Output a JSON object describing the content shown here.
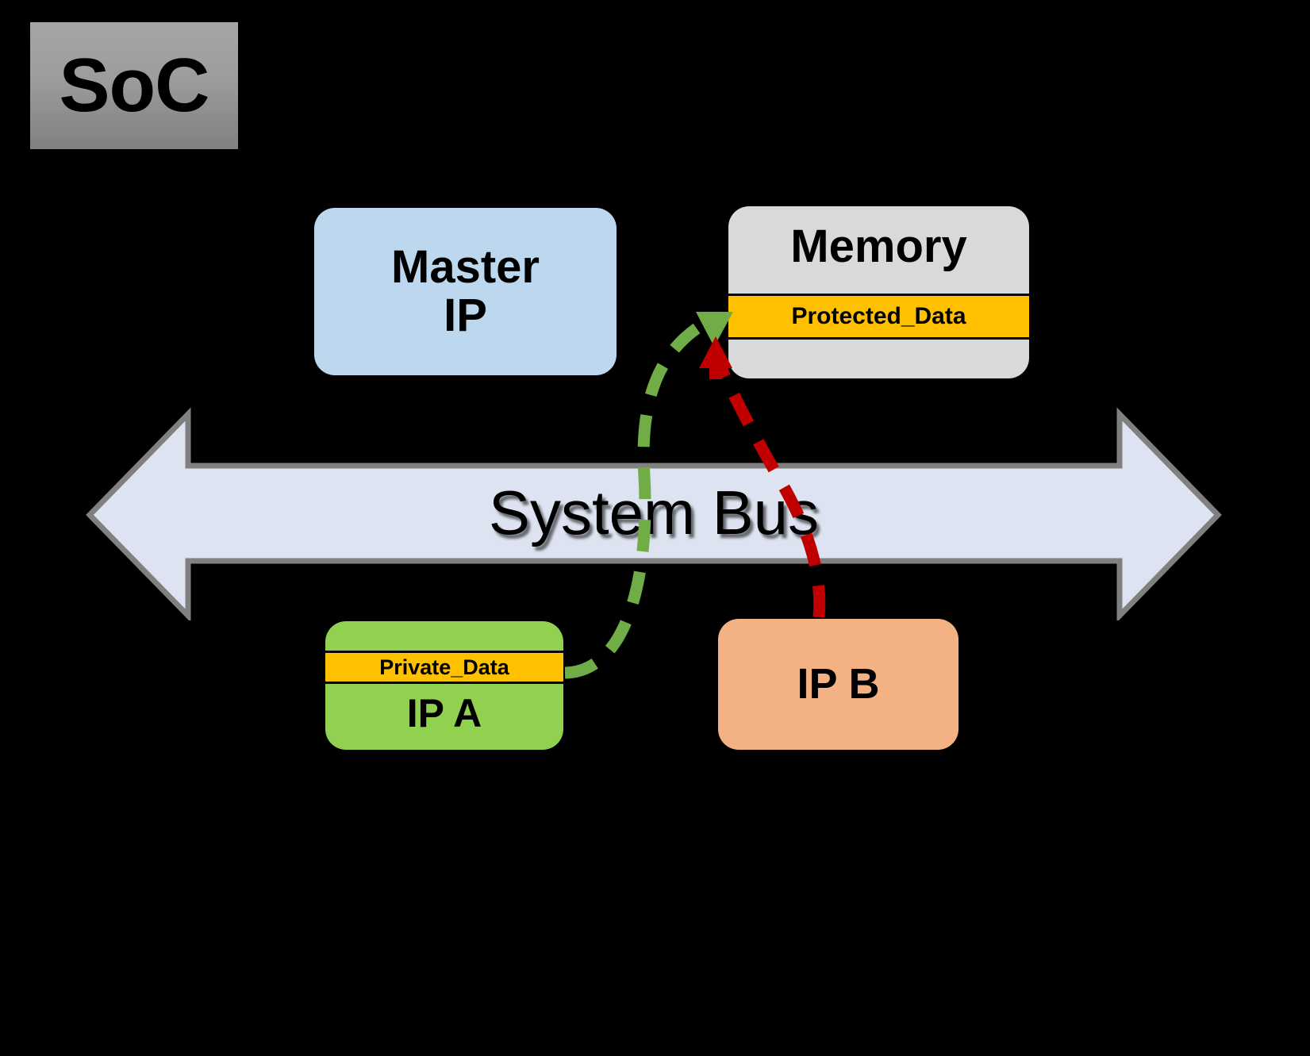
{
  "diagram": {
    "title": "SoC",
    "background_color": "#000000"
  },
  "soc_label": {
    "text": "SoC",
    "fill_top": "#a6a6a6",
    "fill_bottom": "#808080",
    "text_color": "#000000"
  },
  "blocks": {
    "master_ip": {
      "label": "Master\nIP",
      "line1": "Master",
      "line2": "IP",
      "color": "#bdd7ee"
    },
    "memory": {
      "title": "Memory",
      "data_band_label": "Protected_Data",
      "color": "#d9d9d9",
      "band_color": "#ffc000"
    },
    "ip_a": {
      "label": "IP A",
      "data_band_label": "Private_Data",
      "color": "#92d050",
      "band_color": "#ffc000"
    },
    "ip_b": {
      "label": "IP B",
      "color": "#f4b183"
    }
  },
  "bus": {
    "label": "System Bus",
    "fill": "#dde3f0",
    "stroke": "#808080"
  },
  "flows": [
    {
      "name": "allowed-access",
      "from": "IP A : Private_Data",
      "to": "Memory : Protected_Data",
      "color": "#70ad47",
      "style": "dashed",
      "arrowhead": "down-triangle"
    },
    {
      "name": "blocked-access",
      "from": "IP B",
      "to": "Memory : Protected_Data",
      "color": "#c00000",
      "style": "dashed",
      "arrowhead": "up-arrow"
    }
  ]
}
